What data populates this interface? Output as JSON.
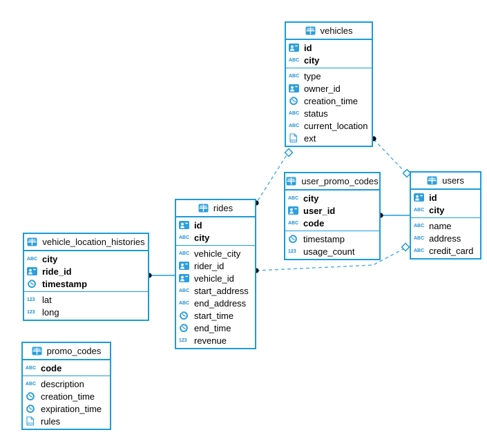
{
  "colors": {
    "accent": "#1b9cd8",
    "icon_blue": "#2e9fdb",
    "wire_dashed": "#55b1e4",
    "wire_solid": "#1b9cd8",
    "dot": "#000000",
    "text": "#000000"
  },
  "diagram": {
    "type_icon_labels": {
      "text": "ABC",
      "number": "123"
    },
    "tables": [
      {
        "id": "vehicles",
        "title": "vehicles",
        "key_columns": [
          {
            "name": "id",
            "type": "id"
          },
          {
            "name": "city",
            "type": "text"
          }
        ],
        "columns": [
          {
            "name": "type",
            "type": "text"
          },
          {
            "name": "owner_id",
            "type": "id"
          },
          {
            "name": "creation_time",
            "type": "timestamp"
          },
          {
            "name": "status",
            "type": "text"
          },
          {
            "name": "current_location",
            "type": "text"
          },
          {
            "name": "ext",
            "type": "json"
          }
        ]
      },
      {
        "id": "user_promo_codes",
        "title": "user_promo_codes",
        "key_columns": [
          {
            "name": "city",
            "type": "text"
          },
          {
            "name": "user_id",
            "type": "id"
          },
          {
            "name": "code",
            "type": "text"
          }
        ],
        "columns": [
          {
            "name": "timestamp",
            "type": "timestamp"
          },
          {
            "name": "usage_count",
            "type": "number"
          }
        ]
      },
      {
        "id": "users",
        "title": "users",
        "key_columns": [
          {
            "name": "id",
            "type": "id"
          },
          {
            "name": "city",
            "type": "text"
          }
        ],
        "columns": [
          {
            "name": "name",
            "type": "text"
          },
          {
            "name": "address",
            "type": "text"
          },
          {
            "name": "credit_card",
            "type": "text"
          }
        ]
      },
      {
        "id": "rides",
        "title": "rides",
        "key_columns": [
          {
            "name": "id",
            "type": "id"
          },
          {
            "name": "city",
            "type": "text"
          }
        ],
        "columns": [
          {
            "name": "vehicle_city",
            "type": "text"
          },
          {
            "name": "rider_id",
            "type": "id"
          },
          {
            "name": "vehicle_id",
            "type": "id"
          },
          {
            "name": "start_address",
            "type": "text"
          },
          {
            "name": "end_address",
            "type": "text"
          },
          {
            "name": "start_time",
            "type": "timestamp"
          },
          {
            "name": "end_time",
            "type": "timestamp"
          },
          {
            "name": "revenue",
            "type": "number"
          }
        ]
      },
      {
        "id": "vehicle_location_histories",
        "title": "vehicle_location_histories",
        "key_columns": [
          {
            "name": "city",
            "type": "text"
          },
          {
            "name": "ride_id",
            "type": "id"
          },
          {
            "name": "timestamp",
            "type": "timestamp"
          }
        ],
        "columns": [
          {
            "name": "lat",
            "type": "number"
          },
          {
            "name": "long",
            "type": "number"
          }
        ]
      },
      {
        "id": "promo_codes",
        "title": "promo_codes",
        "key_columns": [
          {
            "name": "code",
            "type": "text"
          }
        ],
        "columns": [
          {
            "name": "description",
            "type": "text"
          },
          {
            "name": "creation_time",
            "type": "timestamp"
          },
          {
            "name": "expiration_time",
            "type": "timestamp"
          },
          {
            "name": "rules",
            "type": "json"
          }
        ]
      }
    ],
    "relations": [
      {
        "from_table": "rides",
        "to_table": "vehicles",
        "line_style": "dashed",
        "from_marker": "dot",
        "to_marker": "diamond"
      },
      {
        "from_table": "vehicles",
        "to_table": "users",
        "line_style": "dashed",
        "from_marker": "dot",
        "to_marker": "diamond"
      },
      {
        "from_table": "user_promo_codes",
        "to_table": "users",
        "line_style": "solid",
        "from_marker": "dot",
        "to_marker": "none"
      },
      {
        "from_table": "rides",
        "to_table": "users",
        "line_style": "dashed",
        "from_marker": "dot",
        "to_marker": "diamond"
      },
      {
        "from_table": "vehicle_location_histories",
        "to_table": "rides",
        "line_style": "solid",
        "from_marker": "dot",
        "to_marker": "none"
      }
    ]
  }
}
